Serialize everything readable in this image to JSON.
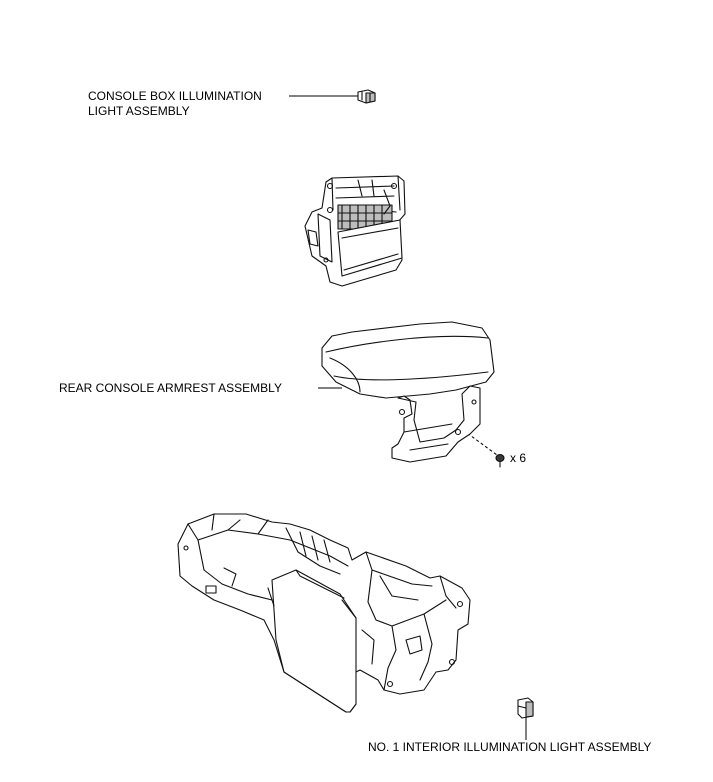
{
  "labels": {
    "console_box_light_line1": "CONSOLE BOX ILLUMINATION",
    "console_box_light_line2": "LIGHT ASSEMBLY",
    "rear_armrest": "REAR CONSOLE ARMREST ASSEMBLY",
    "clip_count": "x 6",
    "interior_light": "NO. 1 INTERIOR ILLUMINATION LIGHT ASSEMBLY"
  }
}
